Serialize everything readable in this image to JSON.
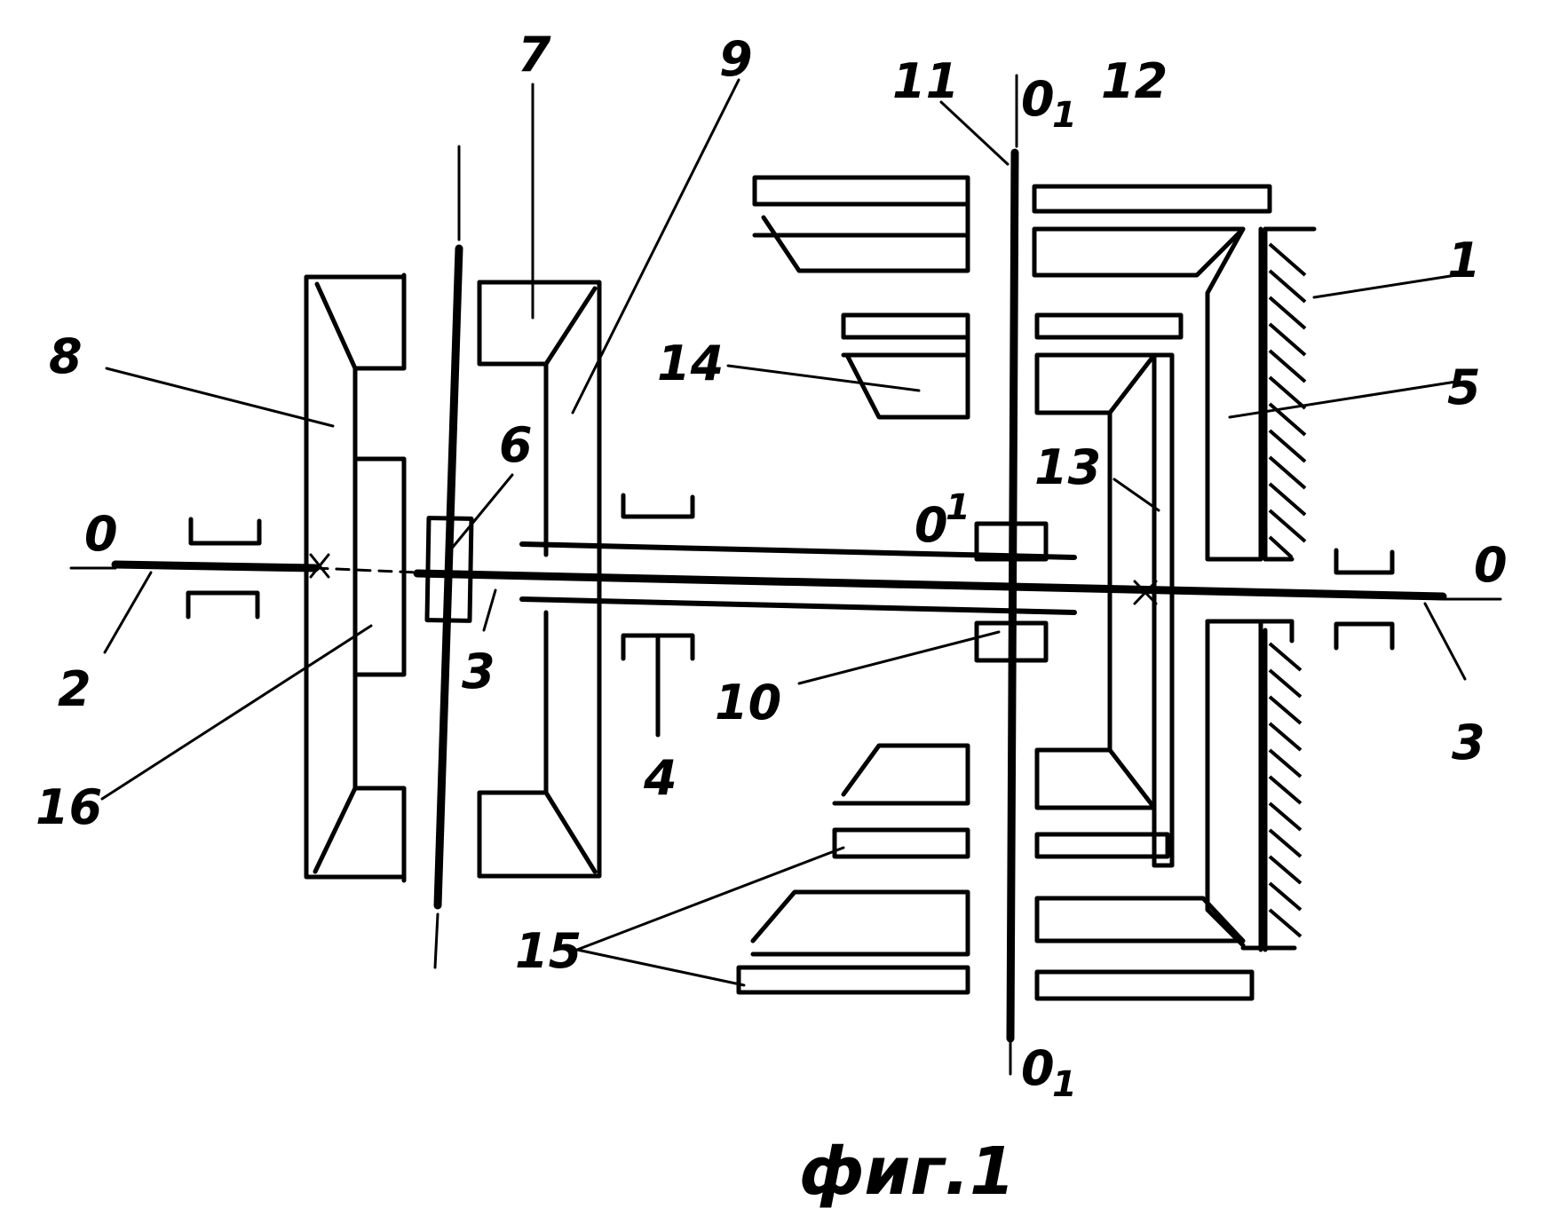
{
  "figure": {
    "caption": "фиг.1"
  },
  "axes": {
    "main_left": "0",
    "main_right": "0",
    "vertical_top": "0",
    "vertical_top_sub": "1",
    "vertical_bottom": "0",
    "vertical_bottom_sub": "1",
    "offset_axis": "0",
    "offset_axis_sup": "1"
  },
  "labels": {
    "l1": "1",
    "l2": "2",
    "l3a": "3",
    "l3b": "3",
    "l4": "4",
    "l5": "5",
    "l6": "6",
    "l7": "7",
    "l8": "8",
    "l9": "9",
    "l10": "10",
    "l11": "11",
    "l12": "12",
    "l13": "13",
    "l14": "14",
    "l15": "15",
    "l16": "16"
  }
}
